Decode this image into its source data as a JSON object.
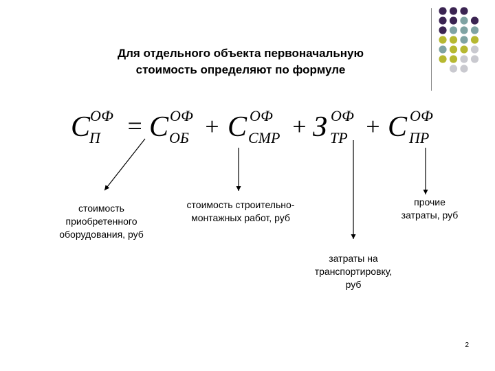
{
  "title": {
    "line1": "Для отдельного объекта первоначальную",
    "line2": "стоимость определяют по формуле"
  },
  "formula": {
    "sup": "ОФ",
    "term1": {
      "main": "C",
      "sub": "П"
    },
    "equals": "=",
    "term2": {
      "main": "C",
      "sub": "ОБ"
    },
    "plus": "+",
    "term3": {
      "main": "C",
      "sub": "СМР"
    },
    "term4": {
      "main": "З",
      "sub": "ТР"
    },
    "term5": {
      "main": "C",
      "sub": "ПР"
    }
  },
  "labels": {
    "equipment": [
      "стоимость",
      "приобретенного",
      "оборудования, руб"
    ],
    "construction": [
      "стоимость строительно-",
      "монтажных работ, руб"
    ],
    "other": [
      "прочие",
      "затраты, руб"
    ],
    "transport": [
      "затраты на",
      "транспортировку,",
      "руб"
    ]
  },
  "slide_number": "2",
  "colors": {
    "dot_purple": "#3b2452",
    "dot_teal": "#7fa3a3",
    "dot_olive": "#b6b831",
    "dot_gray": "#c9c9cf"
  }
}
